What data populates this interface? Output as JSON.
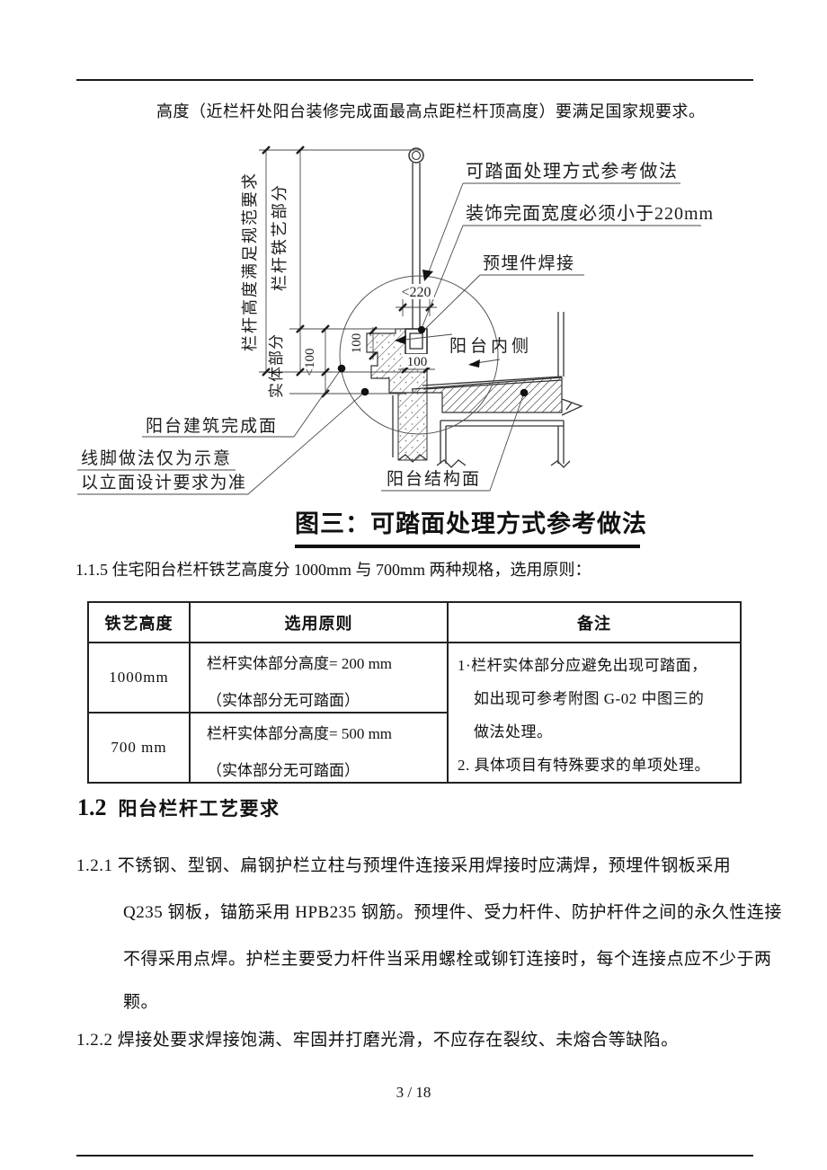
{
  "colors": {
    "ink": "#111111",
    "line": "#1a1a1a"
  },
  "page": {
    "intro": "高度（近栏杆处阳台装修完成面最高点距栏杆顶高度）要满足国家规要求。",
    "footer": "3 / 18"
  },
  "figure": {
    "caption": "图三：可踏面处理方式参考做法",
    "labels": {
      "dim_rail_height": "栏杆高度满足规范要求",
      "dim_iron_part": "栏杆铁艺部分",
      "dim_solid_part": "实体部分",
      "dim_lt100": "<100",
      "dim_lt220": "<220",
      "dim_100v": "100",
      "dim_100h": "100",
      "callout_treadable": "可踏面处理方式参考做法",
      "callout_width220": "装饰完面宽度必须小于220mm",
      "callout_embed": "预埋件焊接",
      "label_inside": "阳台内侧",
      "label_finish": "阳台建筑完成面",
      "label_molding1": "线脚做法仅为示意",
      "label_molding2": "以立面设计要求为准",
      "label_structure": "阳台结构面"
    }
  },
  "sections": {
    "s115": "1.1.5 住宅阳台栏杆铁艺高度分 1000mm 与 700mm 两种规格，选用原则："
  },
  "table": {
    "headers": [
      "铁艺高度",
      "选用原则",
      "备注"
    ],
    "rows": [
      {
        "height": "1000mm",
        "rule1": "栏杆实体部分高度= 200 mm",
        "rule2": "（实体部分无可踏面）"
      },
      {
        "height": "700 mm",
        "rule1": "栏杆实体部分高度= 500 mm",
        "rule2": "（实体部分无可踏面）"
      }
    ],
    "remark": [
      "1·栏杆实体部分应避免出现可踏面，",
      "如出现可参考附图 G-02 中图三的",
      "做法处理。",
      "2. 具体项目有特殊要求的单项处理。"
    ]
  },
  "heading12": {
    "num": "1.2",
    "title": "阳台栏杆工艺要求"
  },
  "para121": {
    "lines": [
      "1.2.1 不锈钢、型钢、扁钢护栏立柱与预埋件连接采用焊接时应满焊，预埋件钢板采用",
      "Q235 钢板，锚筋采用 HPB235 钢筋。预埋件、受力杆件、防护杆件之间的永久性连接",
      "不得采用点焊。护栏主要受力杆件当采用螺栓或铆钉连接时，每个连接点应不少于两",
      "颗。"
    ]
  },
  "para122": {
    "text": "1.2.2 焊接处要求焊接饱满、牢固并打磨光滑，不应存在裂纹、未熔合等缺陷。"
  }
}
